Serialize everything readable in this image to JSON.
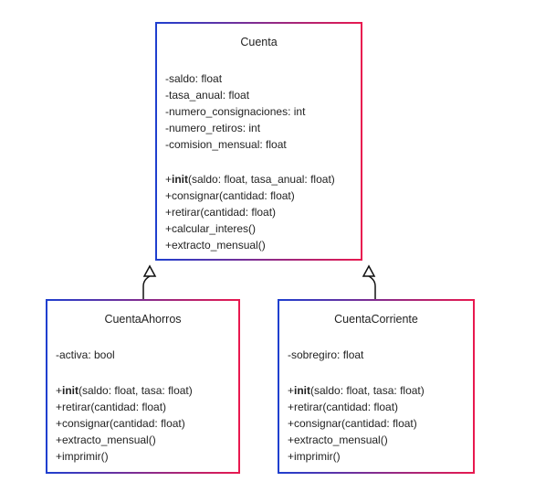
{
  "classes": {
    "cuenta": {
      "name": "Cuenta",
      "attributes": [
        "-saldo: float",
        "-tasa_anual: float",
        "-numero_consignaciones: int",
        "-numero_retiros: int",
        "-comision_mensual: float"
      ],
      "methods": [
        {
          "prefix": "+",
          "bold": "init",
          "rest": "(saldo: float, tasa_anual: float)"
        },
        {
          "prefix": "+consignar(cantidad: float)",
          "bold": "",
          "rest": ""
        },
        {
          "prefix": "+retirar(cantidad: float)",
          "bold": "",
          "rest": ""
        },
        {
          "prefix": "+calcular_interes()",
          "bold": "",
          "rest": ""
        },
        {
          "prefix": "+extracto_mensual()",
          "bold": "",
          "rest": ""
        }
      ]
    },
    "cuenta_ahorros": {
      "name": "CuentaAhorros",
      "attributes": [
        "-activa: bool"
      ],
      "methods": [
        {
          "prefix": "+",
          "bold": "init",
          "rest": "(saldo: float, tasa: float)"
        },
        {
          "prefix": "+retirar(cantidad: float)",
          "bold": "",
          "rest": ""
        },
        {
          "prefix": "+consignar(cantidad: float)",
          "bold": "",
          "rest": ""
        },
        {
          "prefix": "+extracto_mensual()",
          "bold": "",
          "rest": ""
        },
        {
          "prefix": "+imprimir()",
          "bold": "",
          "rest": ""
        }
      ]
    },
    "cuenta_corriente": {
      "name": "CuentaCorriente",
      "attributes": [
        "-sobregiro: float"
      ],
      "methods": [
        {
          "prefix": "+",
          "bold": "init",
          "rest": "(saldo: float, tasa: float)"
        },
        {
          "prefix": "+retirar(cantidad: float)",
          "bold": "",
          "rest": ""
        },
        {
          "prefix": "+consignar(cantidad: float)",
          "bold": "",
          "rest": ""
        },
        {
          "prefix": "+extracto_mensual()",
          "bold": "",
          "rest": ""
        },
        {
          "prefix": "+imprimir()",
          "bold": "",
          "rest": ""
        }
      ]
    }
  },
  "colors": {
    "border_start": "#1f3fcf",
    "border_end": "#e8194f",
    "text": "#222222",
    "arrow": "#111111"
  }
}
